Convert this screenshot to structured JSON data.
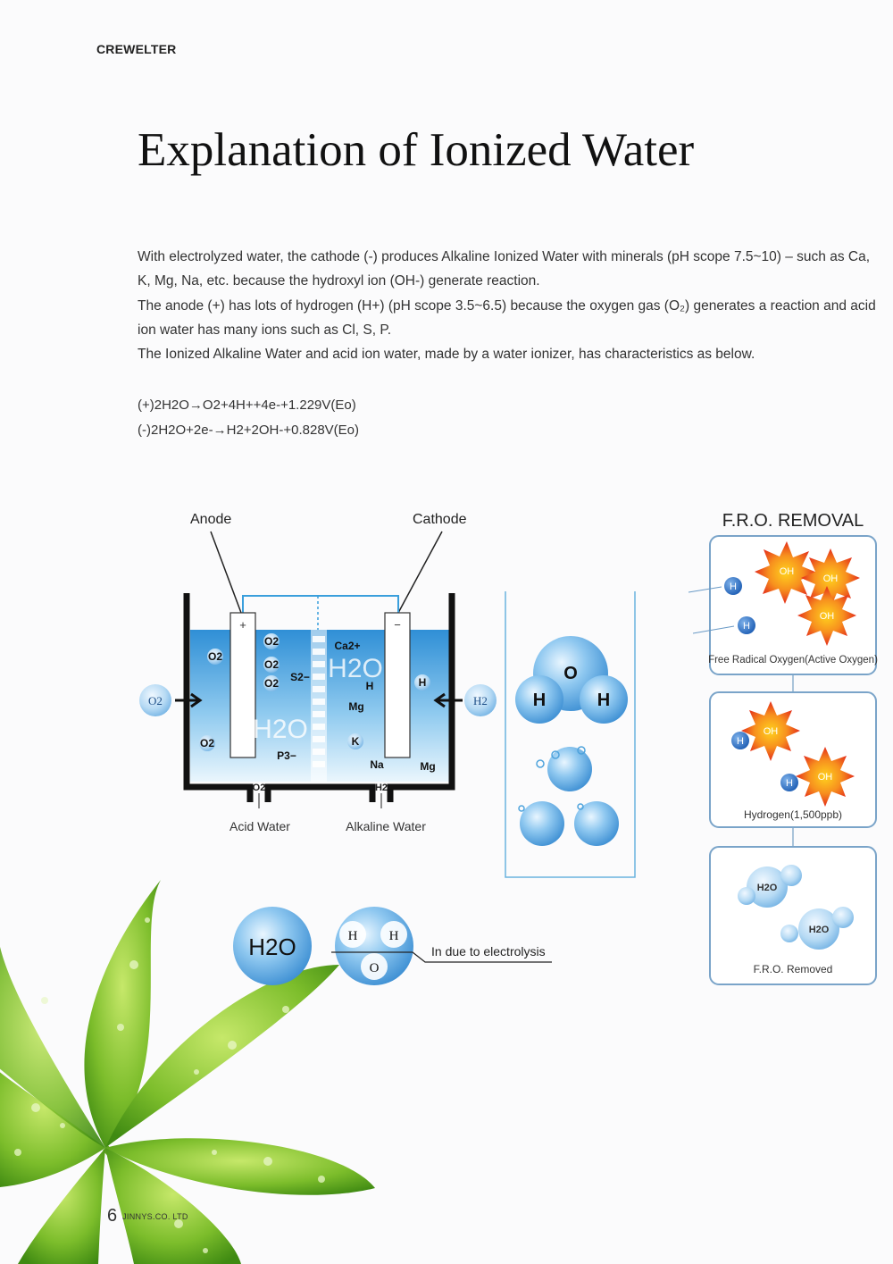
{
  "header": {
    "brand": "CREWELTER"
  },
  "title": "Explanation of Ionized Water",
  "paragraphs": [
    "With electrolyzed water, the cathode (-) produces Alkaline Ionized Water with minerals (pH scope 7.5~10) – such as Ca, K, Mg, Na, etc. because the hydroxyl ion (OH-) generate reaction.",
    "The anode (+) has lots of hydrogen (H+) (pH scope 3.5~6.5) because the oxygen gas (O₂) generates a reaction and acid ion water has many ions such as Cl, S, P.",
    "The Ionized Alkaline Water and acid ion water, made by a water ionizer, has characteristics as below."
  ],
  "equations": [
    "(+)2H2O→O2+4H++4e-+1.229V(Eo)",
    "(-)2H2O+2e-→H2+2OH-+0.828V(Eo)"
  ],
  "electrolysis": {
    "anode_label": "Anode",
    "cathode_label": "Cathode",
    "plus": "+",
    "minus": "−",
    "o2_outside": "O2",
    "h2_outside": "H2",
    "ions": {
      "o2": "O2",
      "s": "S2−",
      "p": "P3−",
      "ca": "Ca2+",
      "h": "H",
      "mg": "Mg",
      "k": "K",
      "na": "Na",
      "h2o": "H2O"
    },
    "acid_out": "O2",
    "alkaline_out": "H2",
    "acid_label": "Acid Water",
    "alkaline_label": "Alkaline Water"
  },
  "molecule": {
    "o": "O",
    "h": "H"
  },
  "bottom": {
    "h2o": "H2O",
    "h": "H",
    "o": "O",
    "caption": "In due to electrolysis"
  },
  "fro": {
    "title": "F.R.O. REMOVAL",
    "oh": "OH",
    "h": "H",
    "h2o": "H2O",
    "panel1_caption": "Free Radical Oxygen(Active Oxygen)",
    "panel2_caption": "Hydrogen(1,500ppb)",
    "panel3_caption": "F.R.O. Removed"
  },
  "footer": {
    "page": "6",
    "company": "JINNYS.CO. LTD"
  },
  "colors": {
    "water": "#3a9fdc",
    "leaf": "#6cb22a",
    "burst": "#e8431f"
  }
}
